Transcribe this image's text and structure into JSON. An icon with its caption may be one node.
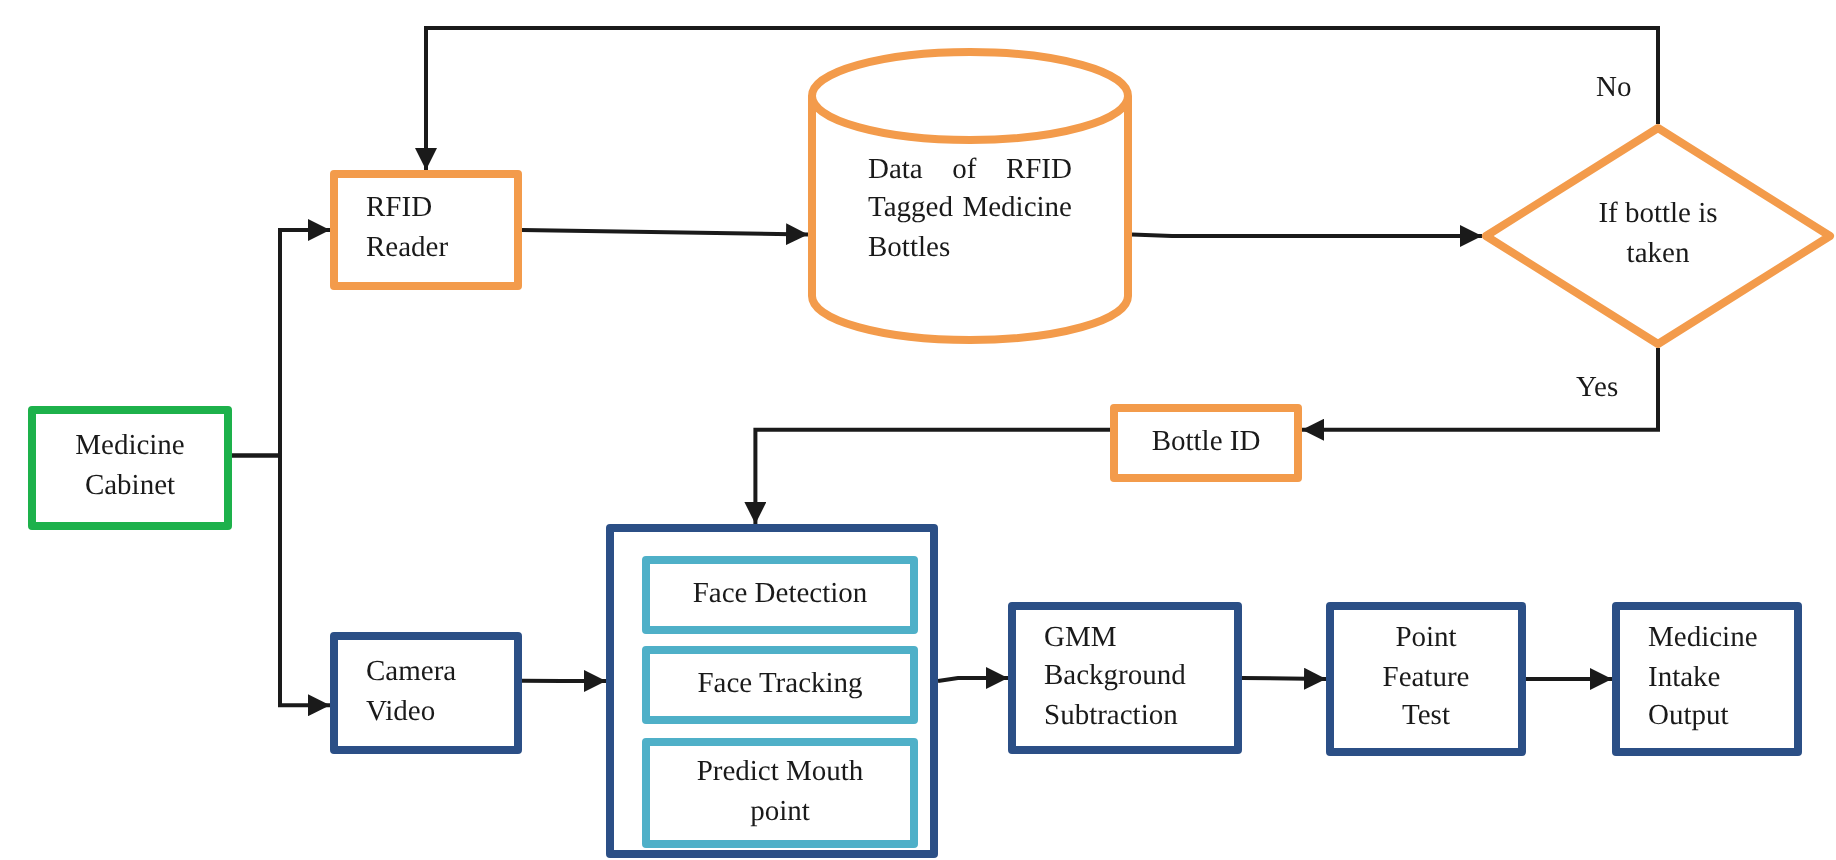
{
  "diagram": {
    "nodes": [
      {
        "text": [
          "Medicine Cabinet"
        ]
      },
      {
        "text": [
          "RFID Reader"
        ]
      },
      {
        "text": [
          "Data of RFID Tagged Medicine Bottles"
        ]
      },
      {
        "text": [
          "If bottle is taken"
        ]
      },
      {
        "text": [
          "Bottle ID"
        ]
      },
      {
        "text": [
          "Camera Video"
        ]
      },
      {
        "text": [],
        "shape": "box"
      },
      {
        "text": [
          "Face Detection"
        ],
        "in": 6
      },
      {
        "text": [
          "Face Tracking"
        ],
        "in": 6
      },
      {
        "text": [
          "Predict Mouth point"
        ],
        "in": 6
      },
      {
        "text": [
          "GMM Background Subtraction"
        ]
      },
      {
        "text": [
          "Point Feature Test"
        ]
      },
      {
        "text": [
          "Medicine Intake Output"
        ]
      }
    ],
    "edges": [
      {
        "from": 0,
        "to": 1,
        "arrow": "to"
      },
      {
        "from": 0,
        "to": 5,
        "arrow": "to"
      },
      {
        "from": 1,
        "to": 2,
        "arrow": "to"
      },
      {
        "from": 2,
        "to": 3,
        "arrow": "to"
      },
      {
        "from": 3,
        "to": 1,
        "arrow": "to",
        "label": "No"
      },
      {
        "from": 3,
        "to": 4,
        "arrow": "to",
        "label": "Yes"
      },
      {
        "from": 4,
        "to": 6,
        "arrow": "to"
      },
      {
        "from": 5,
        "to": 6,
        "arrow": "to"
      },
      {
        "from": 6,
        "to": 10,
        "arrow": "to"
      },
      {
        "from": 10,
        "to": 11,
        "arrow": "to"
      },
      {
        "from": 11,
        "to": 12,
        "arrow": "to"
      }
    ]
  }
}
